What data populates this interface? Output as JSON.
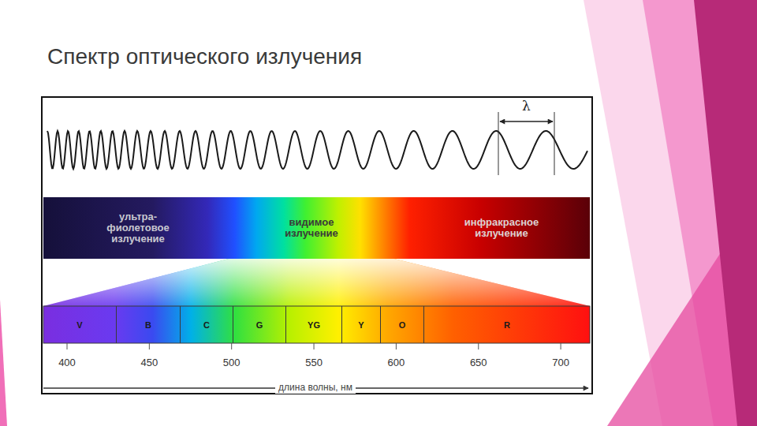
{
  "diagram": {
    "title": "Спектр оптического излучения",
    "nodes": [
      {
        "text": [
          "ультра- фиолетовое излучение"
        ]
      },
      {
        "text": [
          "видимое излучение"
        ]
      },
      {
        "text": [
          "инфракрасное излучение"
        ]
      },
      {
        "text": [
          "V"
        ]
      },
      {
        "text": [
          "B"
        ]
      },
      {
        "text": [
          "C"
        ]
      },
      {
        "text": [
          "G"
        ]
      },
      {
        "text": [
          "YG"
        ]
      },
      {
        "text": [
          "Y"
        ]
      },
      {
        "text": [
          "O"
        ]
      },
      {
        "text": [
          "R"
        ]
      }
    ],
    "labels": [
      "λ",
      "400",
      "450",
      "500",
      "550",
      "600",
      "650",
      "700",
      "длина волны, нм"
    ]
  }
}
